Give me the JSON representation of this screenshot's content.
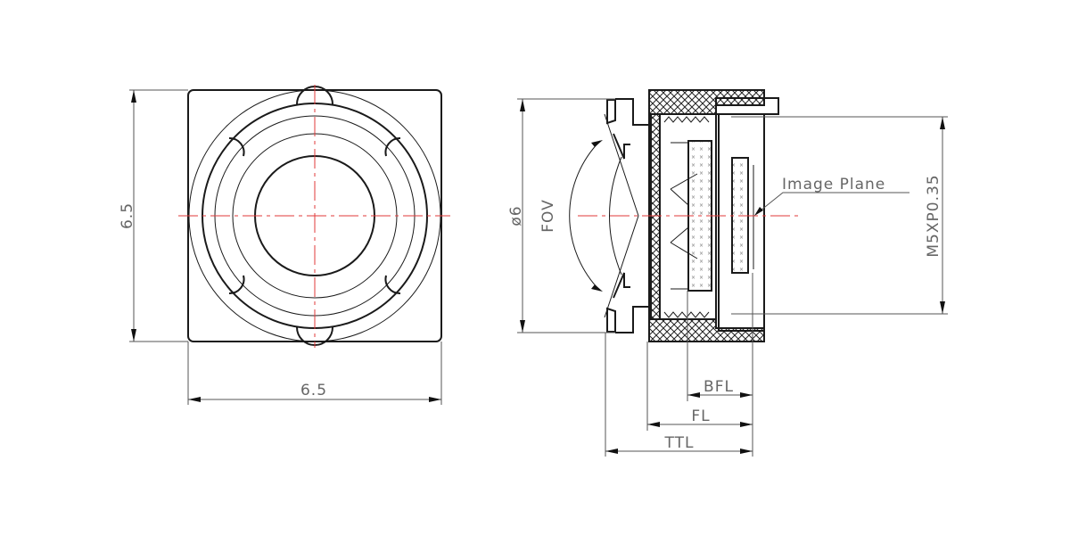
{
  "front_view": {
    "height_label": "6.5",
    "width_label": "6.5"
  },
  "side_view": {
    "diameter_label": "ø6",
    "fov_label": "FOV",
    "image_plane_label": "Image Plane",
    "thread_label": "M5XP0.35",
    "bfl_label": "BFL",
    "fl_label": "FL",
    "ttl_label": "TTL"
  },
  "colors": {
    "outline": "#1a1a1a",
    "centerline": "#e23a3a",
    "dimension": "#555555"
  }
}
